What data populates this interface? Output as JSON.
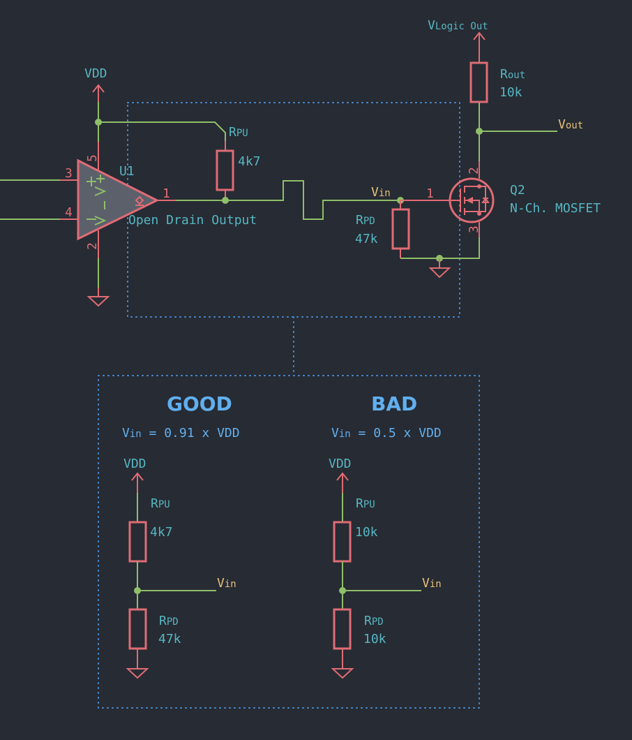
{
  "colors": {
    "background": "#272b33",
    "wire": "#8fbf6a",
    "component": "#e06c75",
    "label": "#56b6c2",
    "net_label": "#e5c07b",
    "heading": "#61afef"
  },
  "top_circuit": {
    "vdd_label": "VDD",
    "opamp": {
      "ref": "U1",
      "output_note": "Open Drain Output",
      "pins": {
        "out": "1",
        "v_minus": "2",
        "in_plus": "3",
        "in_minus": "4",
        "v_plus": "5"
      },
      "symbols": {
        "plus": "+",
        "vplus": "V+",
        "minus": "−",
        "vminus": "V−"
      }
    },
    "r_pullup": {
      "name_main": "R",
      "name_sub": "PU",
      "value": "4k7"
    },
    "r_pulldown": {
      "name_main": "R",
      "name_sub": "PD",
      "value": "47k"
    },
    "vin_label": {
      "main": "V",
      "sub": "in"
    },
    "mosfet": {
      "ref": "Q2",
      "type": "N-Ch. MOSFET",
      "pins": {
        "gate": "1",
        "drain": "2",
        "source": "3"
      }
    },
    "r_out": {
      "name_main": "R",
      "name_sub": "out",
      "value": "10k"
    },
    "vlogic_label": {
      "main": "V",
      "sub": "Logic Out"
    },
    "vout_label": {
      "main": "V",
      "sub": "out"
    }
  },
  "comparison": {
    "good": {
      "heading": "GOOD",
      "formula_main": "V",
      "formula_sub": "in",
      "formula_rest": " = 0.91 x VDD",
      "vdd_label": "VDD",
      "r_pullup": {
        "name_main": "R",
        "name_sub": "PU",
        "value": "4k7"
      },
      "r_pulldown": {
        "name_main": "R",
        "name_sub": "PD",
        "value": "47k"
      },
      "vin_label": {
        "main": "V",
        "sub": "in"
      }
    },
    "bad": {
      "heading": "BAD",
      "formula_main": "V",
      "formula_sub": "in",
      "formula_rest": " = 0.5 x VDD",
      "vdd_label": "VDD",
      "r_pullup": {
        "name_main": "R",
        "name_sub": "PU",
        "value": "10k"
      },
      "r_pulldown": {
        "name_main": "R",
        "name_sub": "PD",
        "value": "10k"
      },
      "vin_label": {
        "main": "V",
        "sub": "in"
      }
    }
  }
}
